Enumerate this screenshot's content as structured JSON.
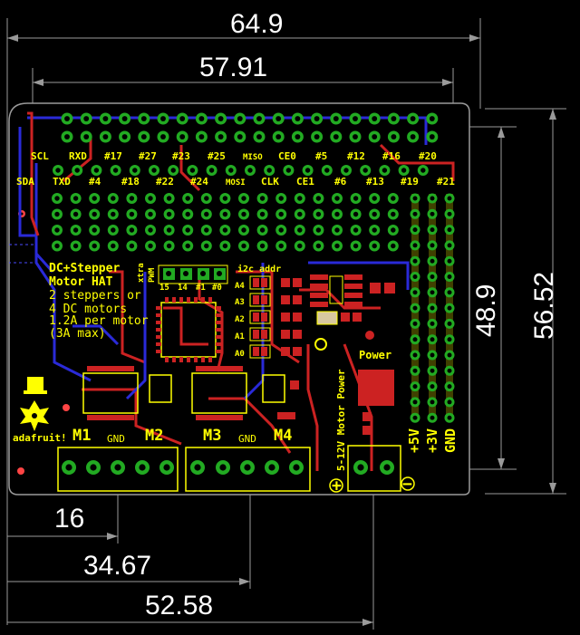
{
  "dimensions": {
    "top_overall": "64.9",
    "top_holes": "57.91",
    "right_holes": "48.9",
    "right_overall": "56.52",
    "bottom_1": "16",
    "bottom_2": "34.67",
    "bottom_3": "52.58"
  },
  "header_labels_top": {
    "scl": "SCL",
    "rxd": "RXD",
    "p17": "#17",
    "p27": "#27",
    "p23": "#23",
    "p25": "#25",
    "miso": "MISO",
    "ce0": "CE0",
    "p5": "#5",
    "p12": "#12",
    "p16": "#16",
    "p20": "#20"
  },
  "header_labels_bottom": {
    "sda": "SDA",
    "txd": "TXD",
    "p4": "#4",
    "p18": "#18",
    "p22": "#22",
    "p24": "#24",
    "mosi": "MOSI",
    "clk": "CLK",
    "ce1": "CE1",
    "p6": "#6",
    "p13": "#13",
    "p19": "#19",
    "p21": "#21"
  },
  "title_block": {
    "line1": "DC+Stepper",
    "line2": "Motor HAT",
    "line3": "2 steppers or",
    "line4": "4 DC motors",
    "line5": "1.2A per motor",
    "line6": "(3A max)"
  },
  "pwm_labels": {
    "xtra": "xtra",
    "pwm": "PWM",
    "n15": "15",
    "n14": "14",
    "n1": "#1",
    "n0": "#0"
  },
  "i2c": {
    "title": "i2c addr",
    "a4": "A4",
    "a3": "A3",
    "a2": "A2",
    "a1": "A1",
    "a0": "A0"
  },
  "motors": {
    "m1": "M1",
    "m2": "M2",
    "m3": "M3",
    "m4": "M4",
    "gnd_left": "GND",
    "gnd_right": "GND"
  },
  "power": {
    "label": "Power",
    "motor_power": "5-12V Motor Power",
    "plus": "+",
    "minus": "−"
  },
  "rails": {
    "v5": "+5V",
    "v3": "+3V",
    "gnd": "GND"
  },
  "logo": {
    "text": "adafruit!"
  }
}
